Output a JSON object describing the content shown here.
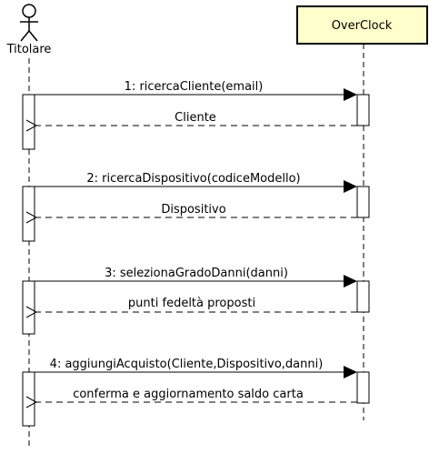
{
  "actor": {
    "label": "Titolare"
  },
  "participant": {
    "label": "OverClock",
    "fill": "#ffffcc"
  },
  "messages": [
    {
      "call": "1: ricercaCliente(email)",
      "reply": "Cliente"
    },
    {
      "call": "2: ricercaDispositivo(codiceModello)",
      "reply": "Dispositivo"
    },
    {
      "call": "3: selezionaGradoDanni(danni)",
      "reply": "punti fedeltà proposti"
    },
    {
      "call": "4: aggiungiAcquisto(Cliente,Dispositivo,danni)",
      "reply": "conferma e aggiornamento saldo carta"
    }
  ]
}
